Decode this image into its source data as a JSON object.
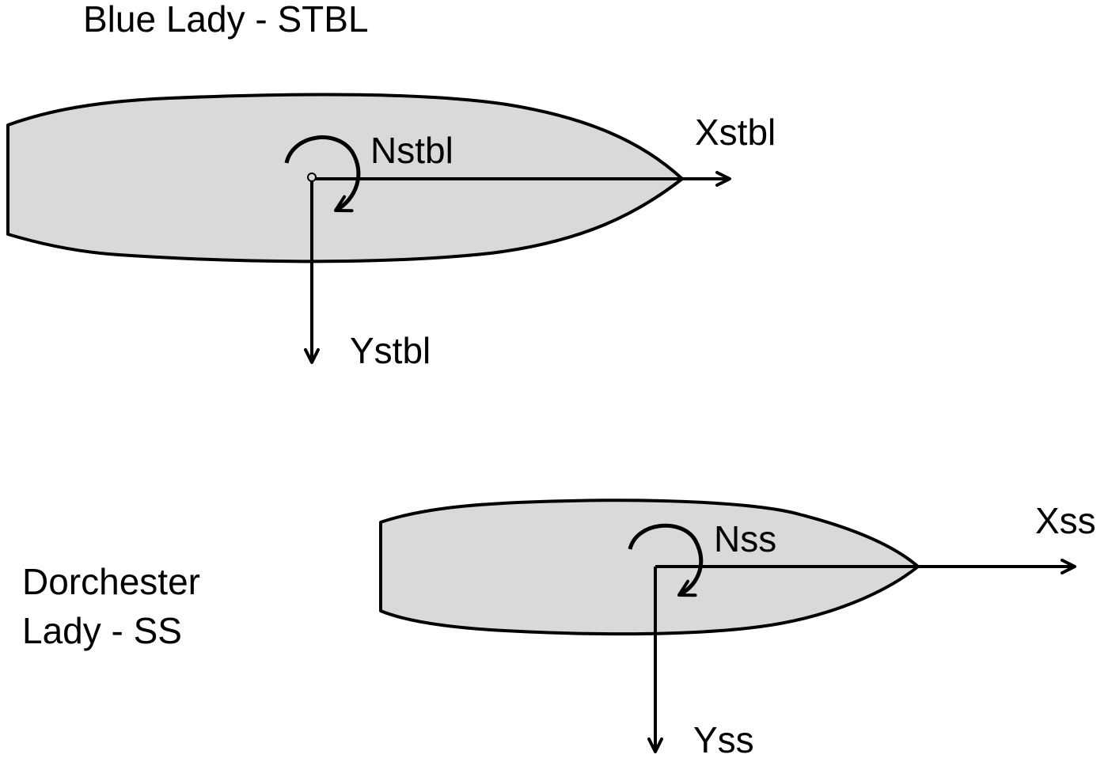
{
  "colors": {
    "hull_fill": "#d9d9d9",
    "stroke": "#000000",
    "background": "#ffffff"
  },
  "vessels": [
    {
      "name": "Blue Lady - STBL",
      "x_axis_label": "Xstbl",
      "y_axis_label": "Ystbl",
      "moment_label": "Nstbl"
    },
    {
      "name_line1": "Dorchester",
      "name_line2": "Lady - SS",
      "x_axis_label": "Xss",
      "y_axis_label": "Yss",
      "moment_label": "Nss"
    }
  ]
}
